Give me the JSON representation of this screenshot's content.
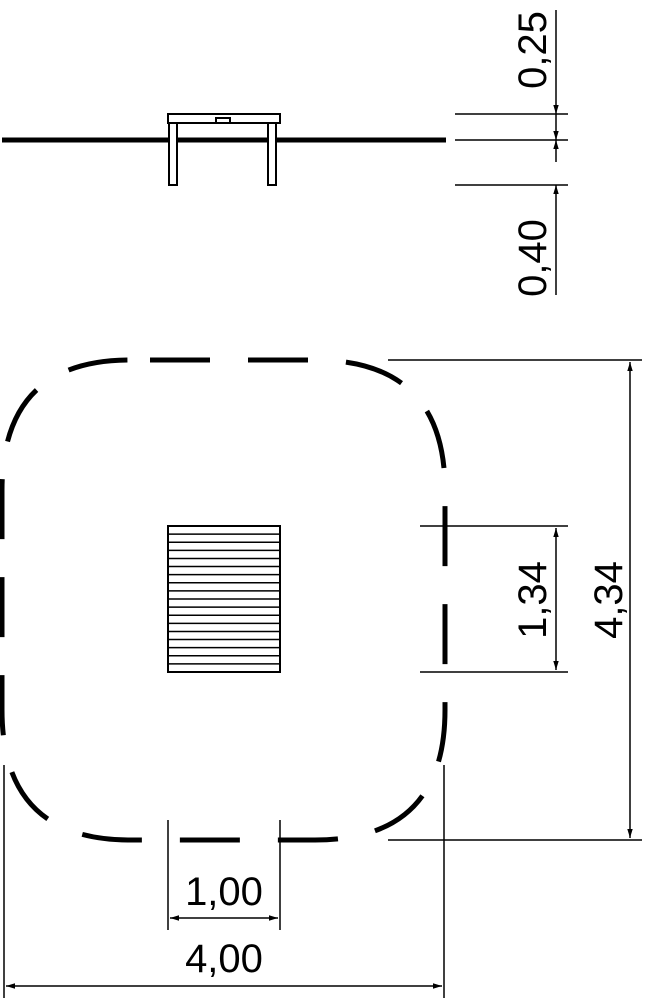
{
  "colors": {
    "ink": "#000000",
    "paper": "#ffffff"
  },
  "elevation_view": {
    "dim_top": "0,25",
    "dim_bottom": "0,40"
  },
  "plan_view": {
    "dim_outer_height": "4,34",
    "dim_platform_height": "1,34",
    "dim_platform_width": "1,00",
    "dim_outer_width": "4,00",
    "platform_slat_count": 18
  }
}
